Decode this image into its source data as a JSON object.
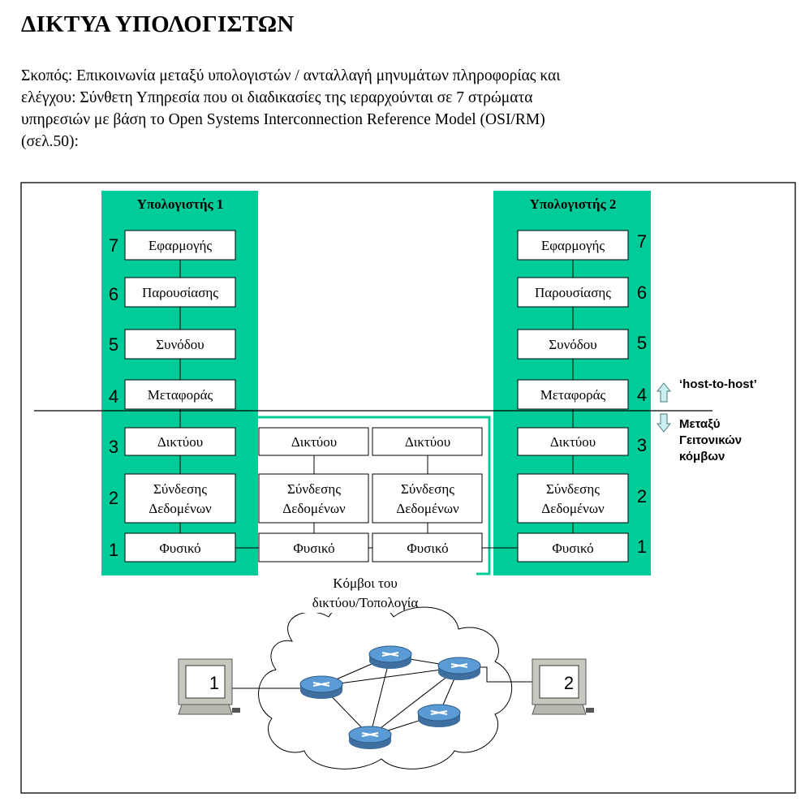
{
  "title": "ΔΙΚΤΥΑ ΥΠΟΛΟΓΙΣΤΩΝ",
  "intro": "Σκοπός: Επικοινωνία μεταξύ υπολογιστών / ανταλλαγή μηνυμάτων πληροφορίας και\nελέγχου: Σύνθετη Υπηρεσία που οι διαδικασίες της ιεραρχούνται σε 7 στρώματα\nυπηρεσιών με βάση το Open Systems Interconnection Reference Model (OSI/RM)\n(σελ.50):",
  "computer1": {
    "header": "Υπολογιστής 1",
    "layers": [
      {
        "num": "7",
        "label": "Εφαρμογής"
      },
      {
        "num": "6",
        "label": "Παρουσίασης"
      },
      {
        "num": "5",
        "label": "Συνόδου"
      },
      {
        "num": "4",
        "label": "Μεταφοράς"
      },
      {
        "num": "3",
        "label": "Δικτύου"
      },
      {
        "num": "2",
        "label": "Σύνδεσης\nΔεδομένων"
      },
      {
        "num": "1",
        "label": "Φυσικό"
      }
    ]
  },
  "computer2": {
    "header": "Υπολογιστής 2",
    "layers": [
      {
        "num": "7",
        "label": "Εφαρμογής"
      },
      {
        "num": "6",
        "label": "Παρουσίασης"
      },
      {
        "num": "5",
        "label": "Συνόδου"
      },
      {
        "num": "4",
        "label": "Μεταφοράς"
      },
      {
        "num": "3",
        "label": "Δικτύου"
      },
      {
        "num": "2",
        "label": "Σύνδεσης\nΔεδομένων"
      },
      {
        "num": "1",
        "label": "Φυσικό"
      }
    ]
  },
  "node_a": {
    "layers": [
      "Δικτύου",
      "Σύνδεσης\nΔεδομένων",
      "Φυσικό"
    ]
  },
  "node_b": {
    "layers": [
      "Δικτύου",
      "Σύνδεσης\nΔεδομένων",
      "Φυσικό"
    ]
  },
  "host_to_host": "‘host-to-host’",
  "neighbor_label": "Μεταξύ\nΓειτονικών\nκόμβων",
  "nodes_caption": "Κόμβοι του\nδικτύου/Τοπολογία",
  "pc1_label": "1",
  "pc2_label": "2",
  "colors": {
    "stack": "#00cc99",
    "arrow": "#c8f0f0"
  }
}
